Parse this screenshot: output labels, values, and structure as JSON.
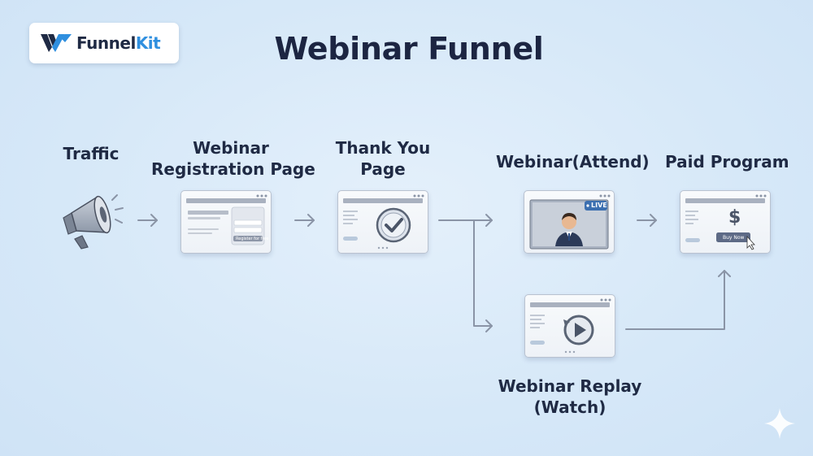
{
  "brand": {
    "name_part1": "Funnel",
    "name_part2": "Kit"
  },
  "title": "Webinar Funnel",
  "steps": {
    "traffic": "Traffic",
    "registration_line1": "Webinar",
    "registration_line2": "Registration Page",
    "thankyou_line1": "Thank You",
    "thankyou_line2": "Page",
    "attend": "Webinar(Attend)",
    "paid": "Paid Program",
    "replay_line1": "Webinar Replay",
    "replay_line2": "(Watch)"
  },
  "cards": {
    "register_button": "Register for free",
    "live_badge": "LIVE",
    "buy_button": "Buy Now",
    "dollar": "$"
  },
  "colors": {
    "background": "#d6e8f8",
    "title": "#1c2542",
    "brand_accent": "#2f8fdf",
    "arrow": "#8a94a6"
  }
}
